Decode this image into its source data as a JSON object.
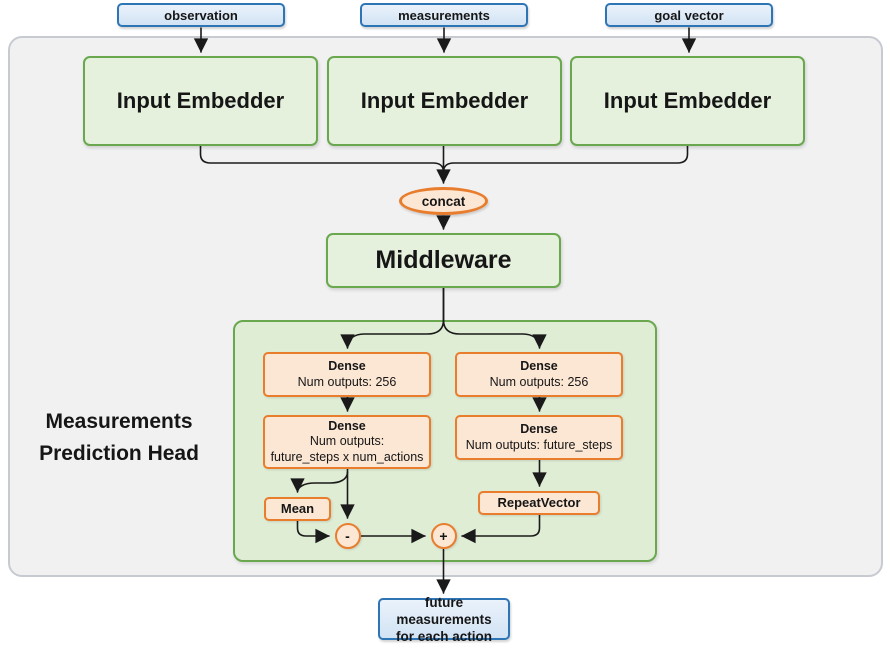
{
  "sources": [
    {
      "label": "observation"
    },
    {
      "label": "measurements"
    },
    {
      "label": "goal vector"
    }
  ],
  "embedders": [
    {
      "label": "Input Embedder"
    },
    {
      "label": "Input Embedder"
    },
    {
      "label": "Input Embedder"
    }
  ],
  "concat": {
    "label": "concat"
  },
  "middleware": {
    "label": "Middleware"
  },
  "prediction_head": {
    "title_line1": "Measurements",
    "title_line2": "Prediction Head",
    "dense_left_1": {
      "title": "Dense",
      "line2": "Num outputs: 256"
    },
    "dense_left_2": {
      "title": "Dense",
      "line2": "Num outputs:",
      "line3": "future_steps x num_actions"
    },
    "dense_right_1": {
      "title": "Dense",
      "line2": "Num outputs: 256"
    },
    "dense_right_2": {
      "title": "Dense",
      "line2": "Num outputs: future_steps"
    },
    "mean": {
      "label": "Mean"
    },
    "repeat_vector": {
      "label": "RepeatVector"
    },
    "minus_op": {
      "label": "-"
    },
    "plus_op": {
      "label": "+"
    }
  },
  "output": {
    "line1": "future measurements",
    "line2": "for each action"
  },
  "colors": {
    "blue_border": "#2e75b6",
    "blue_fill": "#d2e3f4",
    "green_border": "#6aa84f",
    "green_fill": "#e6f1dd",
    "head_fill": "#e0edd5",
    "orange_border": "#e87d2e",
    "orange_fill": "#fce7d4",
    "panel_fill": "#f1f1f2",
    "line_color": "#1a1a1a"
  }
}
